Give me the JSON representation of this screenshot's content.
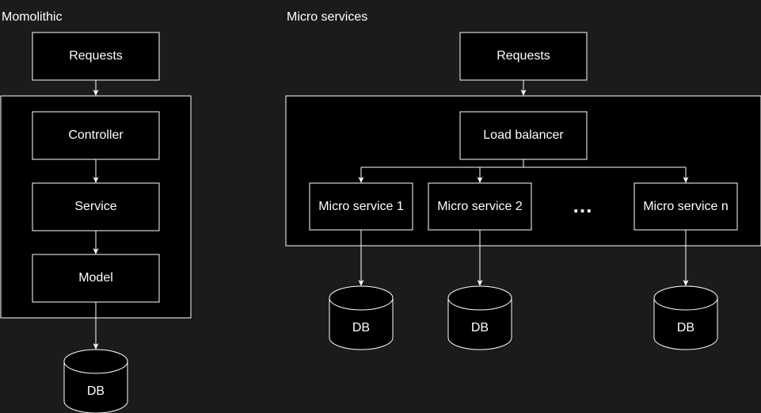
{
  "monolithic": {
    "title": "Momolithic",
    "requests": "Requests",
    "controller": "Controller",
    "service": "Service",
    "model": "Model",
    "db": "DB"
  },
  "microservices": {
    "title": "Micro services",
    "requests": "Requests",
    "load_balancer": "Load balancer",
    "services": [
      "Micro service 1",
      "Micro service 2",
      "Micro service n"
    ],
    "ellipsis": "...",
    "dbs": [
      "DB",
      "DB",
      "DB"
    ]
  },
  "colors": {
    "background": "#1b1b1b",
    "box_fill": "#000000",
    "stroke": "#ffffff",
    "text": "#ffffff"
  }
}
